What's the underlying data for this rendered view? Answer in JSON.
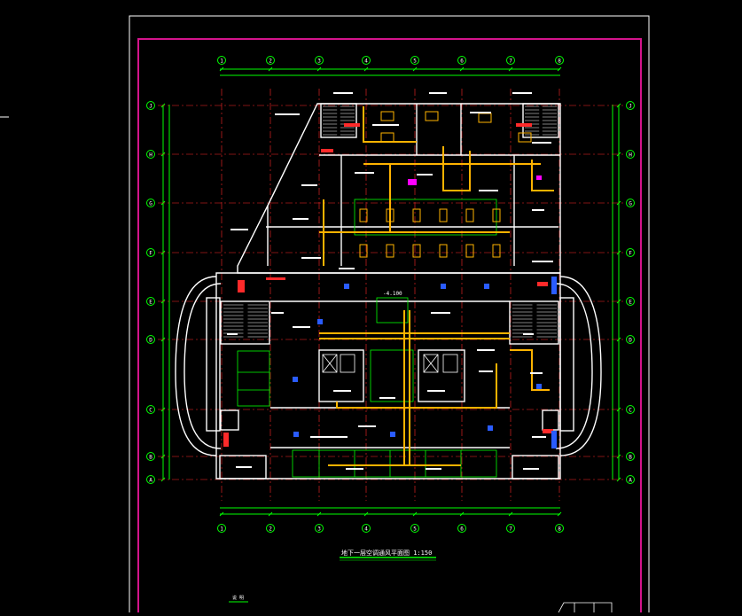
{
  "drawing": {
    "title": "地下一层空调通风平面图 1:150",
    "note": "说 明"
  },
  "grid": {
    "columns": [
      "1",
      "2",
      "3",
      "4",
      "5",
      "6",
      "7",
      "8"
    ],
    "rows": [
      "A",
      "B",
      "C",
      "D",
      "E",
      "F",
      "G",
      "H",
      "J"
    ],
    "room_label": "-4.100"
  },
  "colors": {
    "background": "#000000",
    "border": "#d4148c",
    "walls": "#ffffff",
    "grid_lines": "#ff2a2a",
    "dimensions": "#00ff00",
    "ducts": "#ffb300",
    "equipment": "#2a5cff",
    "accent": "#ff00ff"
  }
}
